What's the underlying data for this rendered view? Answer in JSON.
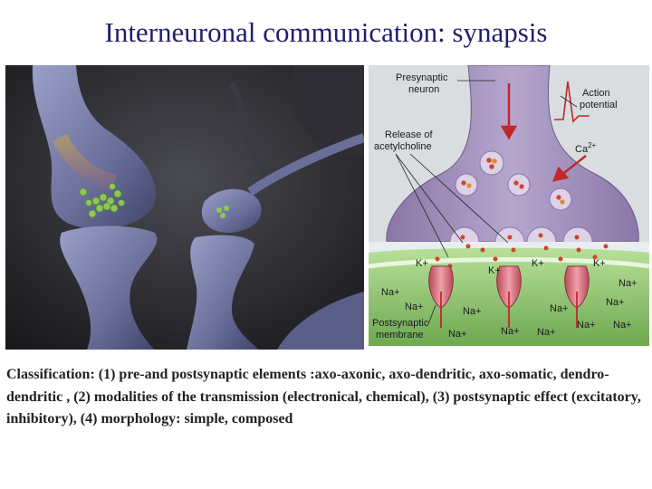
{
  "title": "Interneuronal communication: synapsis",
  "diagram": {
    "labels": {
      "presynaptic": [
        "Presynaptic",
        "neuron"
      ],
      "action": [
        "Action",
        "potential"
      ],
      "release": [
        "Release of",
        "acetylcholine"
      ],
      "ca": "Ca",
      "ca_sup": "2+",
      "postsynaptic": [
        "Postsynaptic",
        "membrane"
      ]
    },
    "ions": [
      "K+",
      "K+",
      "K+",
      "K+",
      "Na+",
      "Na+",
      "Na+",
      "Na+",
      "Na+",
      "Na+",
      "Na+",
      "Na+",
      "Na+",
      "Na+",
      "Na+"
    ]
  },
  "caption": "Classification: (1) pre-and postsynaptic elements :axo-axonic, axo-dendritic, axo-somatic, dendro-dendritic , (2) modalities of the transmission (electronical, chemical), (3) postsynaptic effect (excitatory, inhibitory), (4) morphology: simple, composed",
  "colors": {
    "title": "#1f1f6e",
    "presynaptic": "#9a86b4",
    "postsynaptic": "#9ccf7e",
    "arrow": "#c0282b"
  }
}
